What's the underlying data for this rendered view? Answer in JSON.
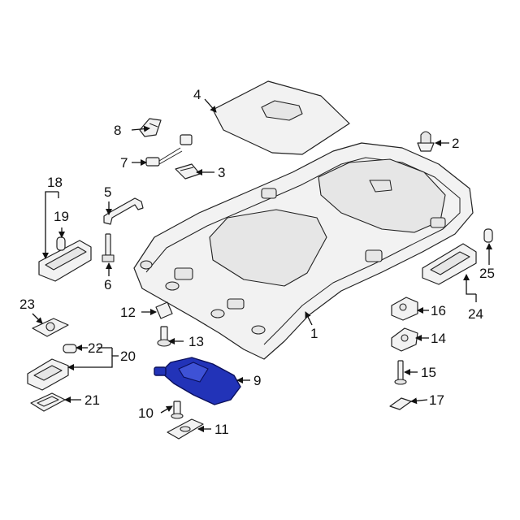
{
  "diagram": {
    "title": "Headliner / Sun Visor Components",
    "highlight_color": "#2233b8",
    "highlighted_part": "9",
    "callouts": [
      "1",
      "2",
      "3",
      "4",
      "5",
      "6",
      "7",
      "8",
      "9",
      "10",
      "11",
      "12",
      "13",
      "14",
      "15",
      "16",
      "17",
      "18",
      "19",
      "20",
      "21",
      "22",
      "23",
      "24",
      "25"
    ]
  }
}
